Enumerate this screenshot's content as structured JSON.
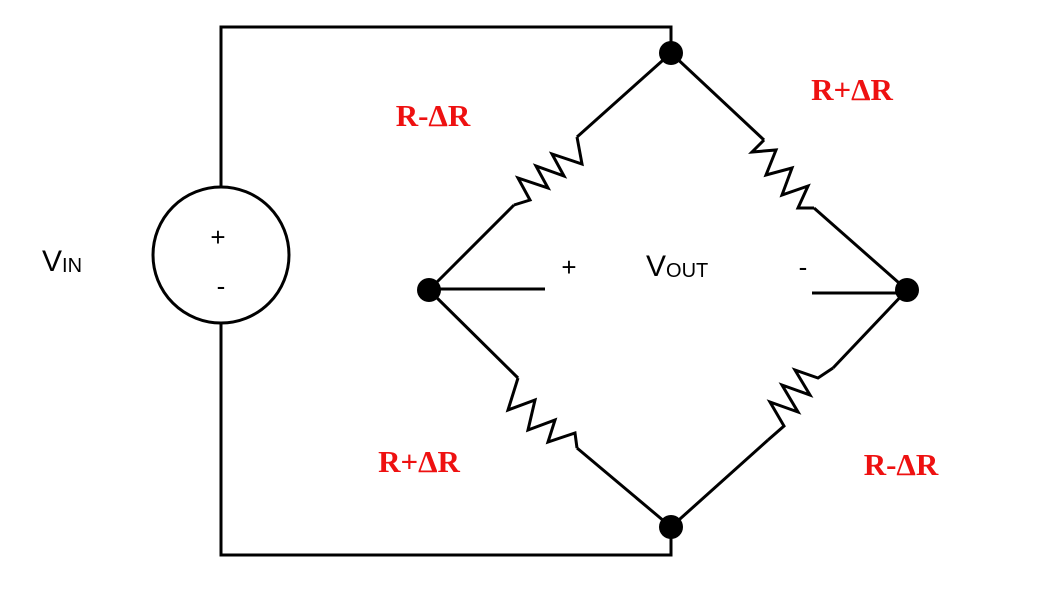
{
  "diagram": {
    "source": {
      "label_main": "V",
      "label_sub": "IN",
      "plus": "+",
      "minus": "-"
    },
    "output": {
      "label_main": "V",
      "label_sub": "OUT",
      "plus": "+",
      "minus": "-"
    },
    "resistors": {
      "top_left": "R-ΔR",
      "top_right": "R+ΔR",
      "bottom_left": "R+ΔR",
      "bottom_right": "R-ΔR"
    },
    "colors": {
      "label": "#ee1111",
      "wire": "#000000"
    }
  }
}
